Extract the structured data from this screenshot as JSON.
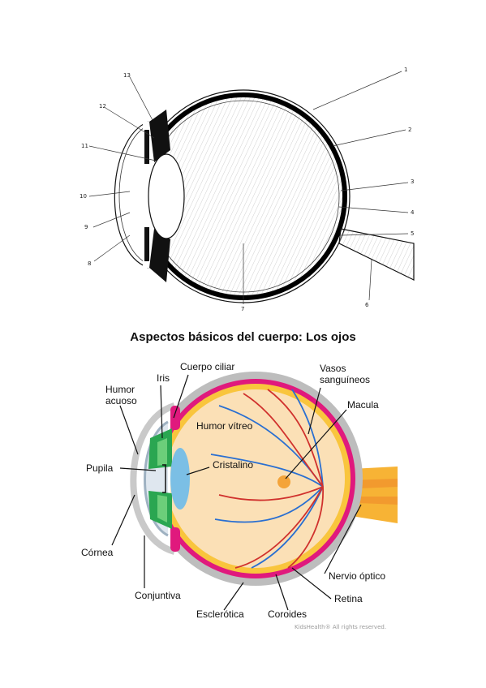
{
  "top_diagram": {
    "numbers": [
      "1",
      "2",
      "3",
      "4",
      "5",
      "6",
      "7",
      "8",
      "9",
      "10",
      "11",
      "12",
      "13"
    ]
  },
  "bottom_diagram": {
    "title": "Aspectos básicos del cuerpo: Los ojos",
    "labels": {
      "cuerpo_ciliar": "Cuerpo ciliar",
      "iris": "Iris",
      "humor_acuoso_1": "Humor",
      "humor_acuoso_2": "acuoso",
      "vasos_1": "Vasos",
      "vasos_2": "sanguíneos",
      "macula": "Macula",
      "humor_vitreo": "Humor vítreo",
      "cristalino": "Cristalino",
      "pupila": "Pupila",
      "cornea": "Córnea",
      "conjuntiva": "Conjuntiva",
      "nervio_optico": "Nervio óptico",
      "retina": "Retina",
      "esclerotica": "Esclerótica",
      "coroides": "Coroides"
    },
    "credit": "KidsHealth® All rights reserved."
  }
}
